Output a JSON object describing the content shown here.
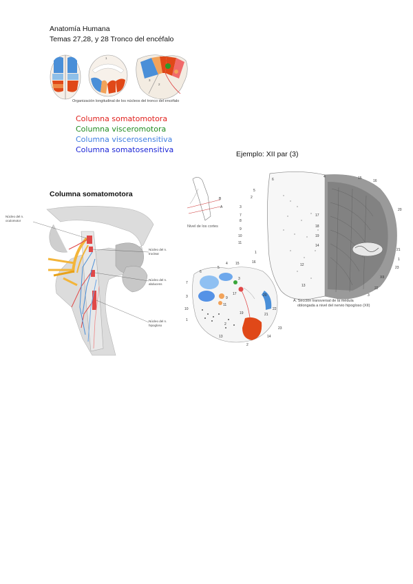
{
  "header": {
    "title": "Anatomía Humana",
    "subtitle": "Temas 27,28, y 28 Tronco del encéfalo"
  },
  "legend": [
    {
      "label": "Columna somatomotora",
      "color": "#e0201c"
    },
    {
      "label": "Columna visceromotora",
      "color": "#1f8a1f"
    },
    {
      "label": "Columna viscerosensitiva",
      "color": "#3e7de0"
    },
    {
      "label": "Columna somatosensitiva",
      "color": "#1a24d6"
    }
  ],
  "section_heading": "Columna somatomotora",
  "example_heading": "Ejemplo: XII par (3)",
  "top_figure": {
    "caption": "Organización longitudinal de los núcleos del tronco del encéfalo"
  },
  "left_figure": {
    "labels": {
      "oculomotor": "Núcleo del n. oculomotor",
      "troclear": "Núcleo del n. troclear",
      "abducens": "Núcleo del n. abducens",
      "hypoglossal": "Núcleo del n. hipogloso"
    }
  },
  "right_figure": {
    "inset_caption": "Nivel de los cortes",
    "inset_marks": [
      "B",
      "A"
    ],
    "caption_line1": "A. Sección transversal de la médula",
    "caption_line2": "oblongada a nivel del nervio hipogloso (XII)",
    "numbers_upper": [
      "6",
      "4",
      "15",
      "16",
      "2",
      "5",
      "3",
      "7",
      "8",
      "9",
      "10",
      "11",
      "1",
      "17",
      "18",
      "19",
      "14",
      "20",
      "21",
      "1",
      "23",
      "XII",
      "22",
      "12",
      "13",
      "3"
    ],
    "numbers_lower": [
      "5",
      "4",
      "15",
      "7",
      "3",
      "10",
      "1",
      "16",
      "3",
      "17",
      "20",
      "21",
      "22",
      "23",
      "19",
      "11",
      "9",
      "13",
      "2",
      "14",
      "2",
      "6"
    ]
  }
}
